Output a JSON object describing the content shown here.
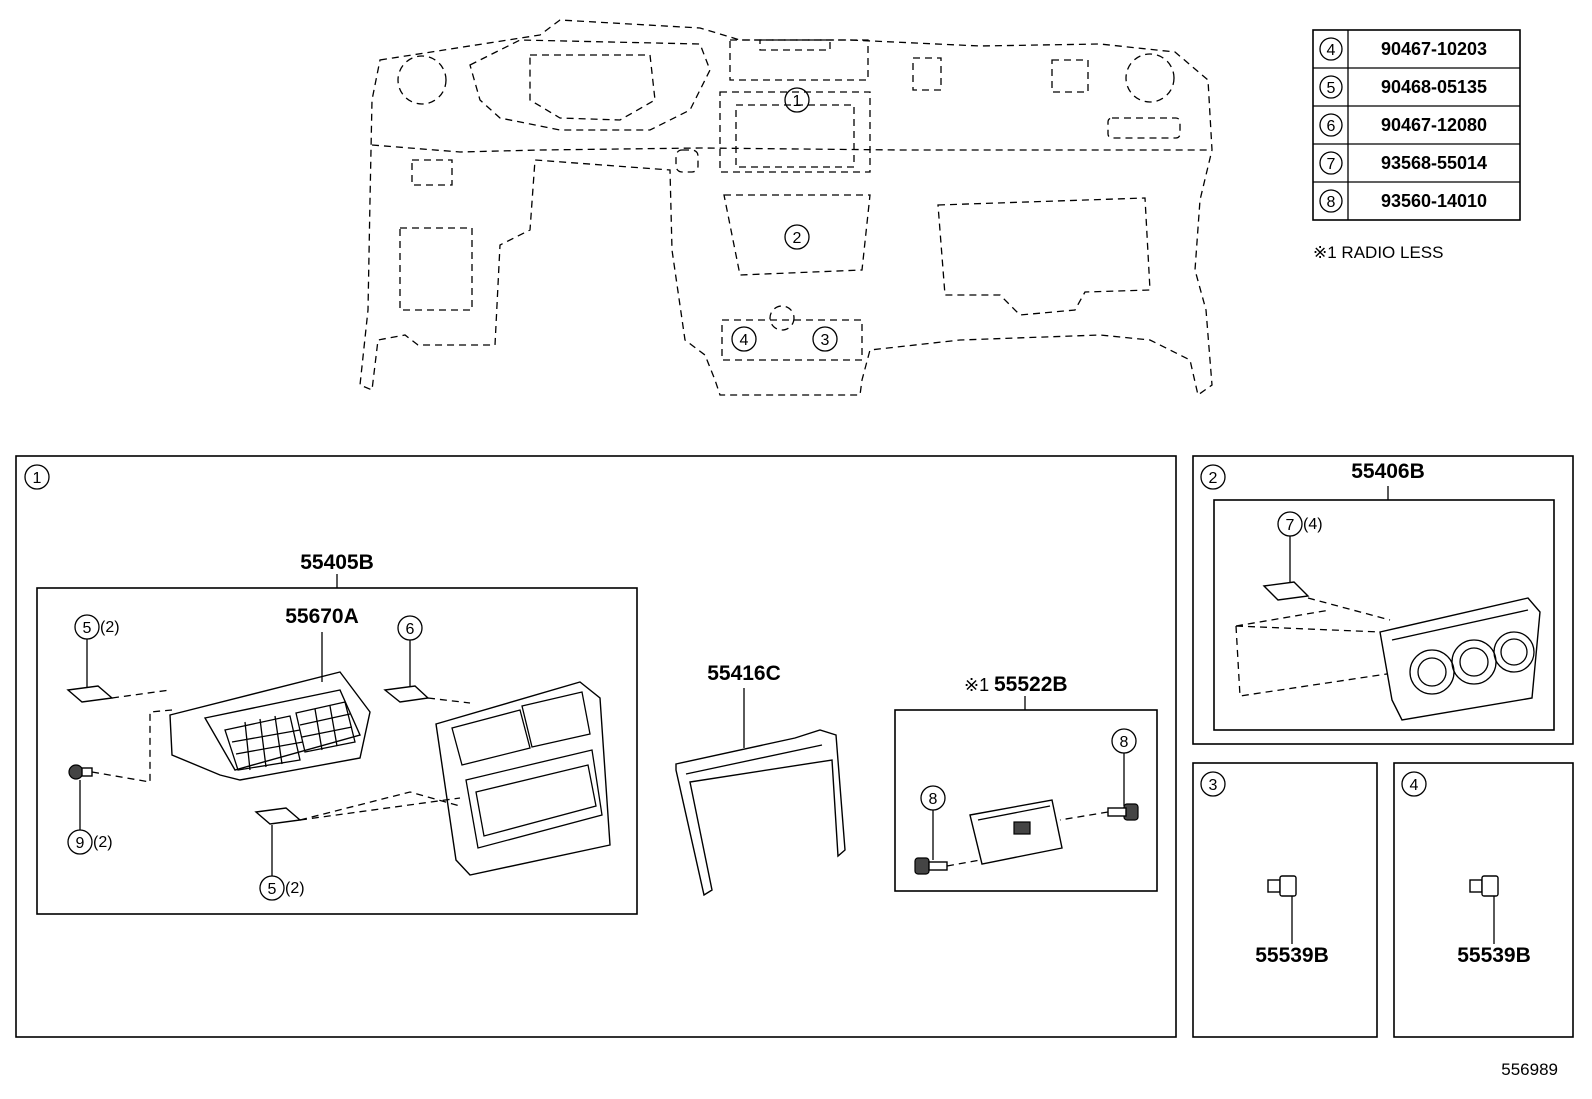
{
  "diagram_id": "556989",
  "legend": {
    "rows": [
      {
        "ref": "4",
        "part": "90467-10203"
      },
      {
        "ref": "5",
        "part": "90468-05135"
      },
      {
        "ref": "6",
        "part": "90467-12080"
      },
      {
        "ref": "7",
        "part": "93568-55014"
      },
      {
        "ref": "8",
        "part": "93560-14010"
      }
    ],
    "note": "※1 RADIO LESS"
  },
  "overview": {
    "callouts": [
      "1",
      "2",
      "3",
      "4"
    ]
  },
  "panels": {
    "p1": {
      "ref": "1",
      "sub_a": {
        "part": "55405B",
        "inner_part": "55670A",
        "callouts": [
          {
            "ref": "5",
            "qty": "(2)"
          },
          {
            "ref": "6",
            "qty": ""
          },
          {
            "ref": "9",
            "qty": "(2)"
          },
          {
            "ref": "5",
            "qty": "(2)"
          }
        ]
      },
      "part_mid": "55416C",
      "sub_b": {
        "mark": "※1",
        "part": "55522B",
        "callouts": [
          {
            "ref": "8"
          },
          {
            "ref": "8"
          }
        ]
      }
    },
    "p2": {
      "ref": "2",
      "part": "55406B",
      "callout": {
        "ref": "7",
        "qty": "(4)"
      }
    },
    "p3": {
      "ref": "3",
      "part": "55539B"
    },
    "p4": {
      "ref": "4",
      "part": "55539B"
    }
  }
}
